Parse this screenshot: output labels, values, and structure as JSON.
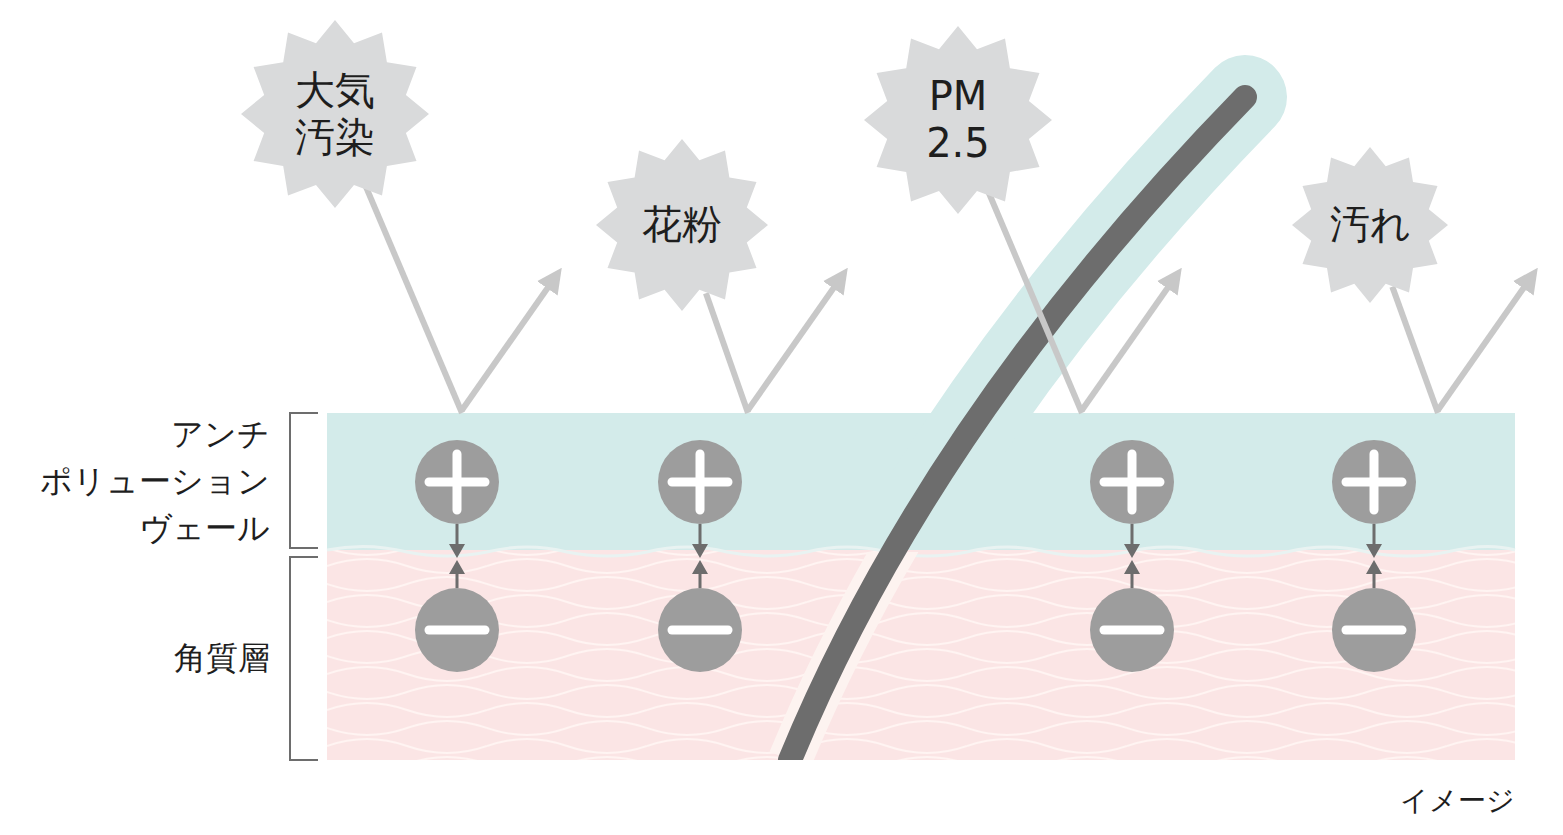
{
  "diagram": {
    "nodes": [
      {
        "text": [
          "大気 汚染"
        ]
      },
      {
        "text": [
          "花粉"
        ]
      },
      {
        "text": [
          "PM 2.5"
        ]
      },
      {
        "text": [
          "汚れ"
        ]
      },
      {
        "text": [
          "アンチ ポリューション ヴェール"
        ]
      },
      {
        "text": [
          "角質層"
        ]
      }
    ],
    "edges": [
      {
        "from": 0,
        "to": 4,
        "arrow": "none"
      },
      {
        "from": 1,
        "to": 4,
        "arrow": "none"
      },
      {
        "from": 2,
        "to": 4,
        "arrow": "none"
      },
      {
        "from": 3,
        "to": 4,
        "arrow": "none"
      }
    ],
    "labels": [
      "イメージ"
    ]
  }
}
